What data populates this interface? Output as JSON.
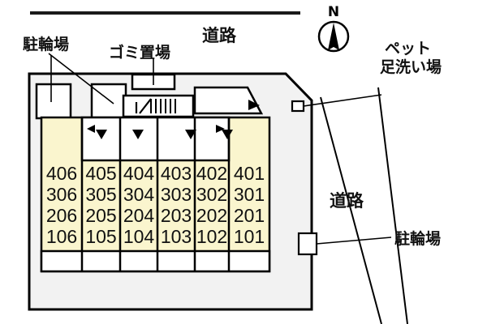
{
  "diagram": {
    "title": "Apartment building site layout plan",
    "colors": {
      "unit_fill": "#FAF5CE",
      "site_fill": "#F2F2F2",
      "outline": "#000000",
      "white": "#FFFFFF",
      "road_line": "#1A1A1A"
    }
  },
  "compass": {
    "north_label": "N",
    "name": "north-arrow"
  },
  "labels": {
    "road_top": "道路",
    "road_right": "道路",
    "bicycle_parking_top": "駐輪場",
    "bicycle_parking_right": "駐輪場",
    "garbage_area": "ゴミ置場",
    "pet_wash_line1": "ペット",
    "pet_wash_line2": "足洗い場"
  },
  "units": {
    "columns": [
      {
        "id": "col-406",
        "tall": true,
        "rooms": [
          "406",
          "306",
          "206",
          "106"
        ]
      },
      {
        "id": "col-405",
        "tall": false,
        "rooms": [
          "405",
          "305",
          "205",
          "105"
        ]
      },
      {
        "id": "col-404",
        "tall": false,
        "rooms": [
          "404",
          "304",
          "204",
          "104"
        ]
      },
      {
        "id": "col-403",
        "tall": false,
        "rooms": [
          "403",
          "303",
          "203",
          "103"
        ]
      },
      {
        "id": "col-402",
        "tall": false,
        "rooms": [
          "402",
          "302",
          "202",
          "102"
        ]
      },
      {
        "id": "col-401",
        "tall": true,
        "rooms": [
          "401",
          "301",
          "201",
          "101"
        ]
      }
    ],
    "floor_count": 4,
    "column_count": 6
  },
  "features": {
    "stairs": "staircase",
    "corridor_arrow_left": "◀",
    "corridor_arrow_right": "▶",
    "entrance_markers": 4
  }
}
